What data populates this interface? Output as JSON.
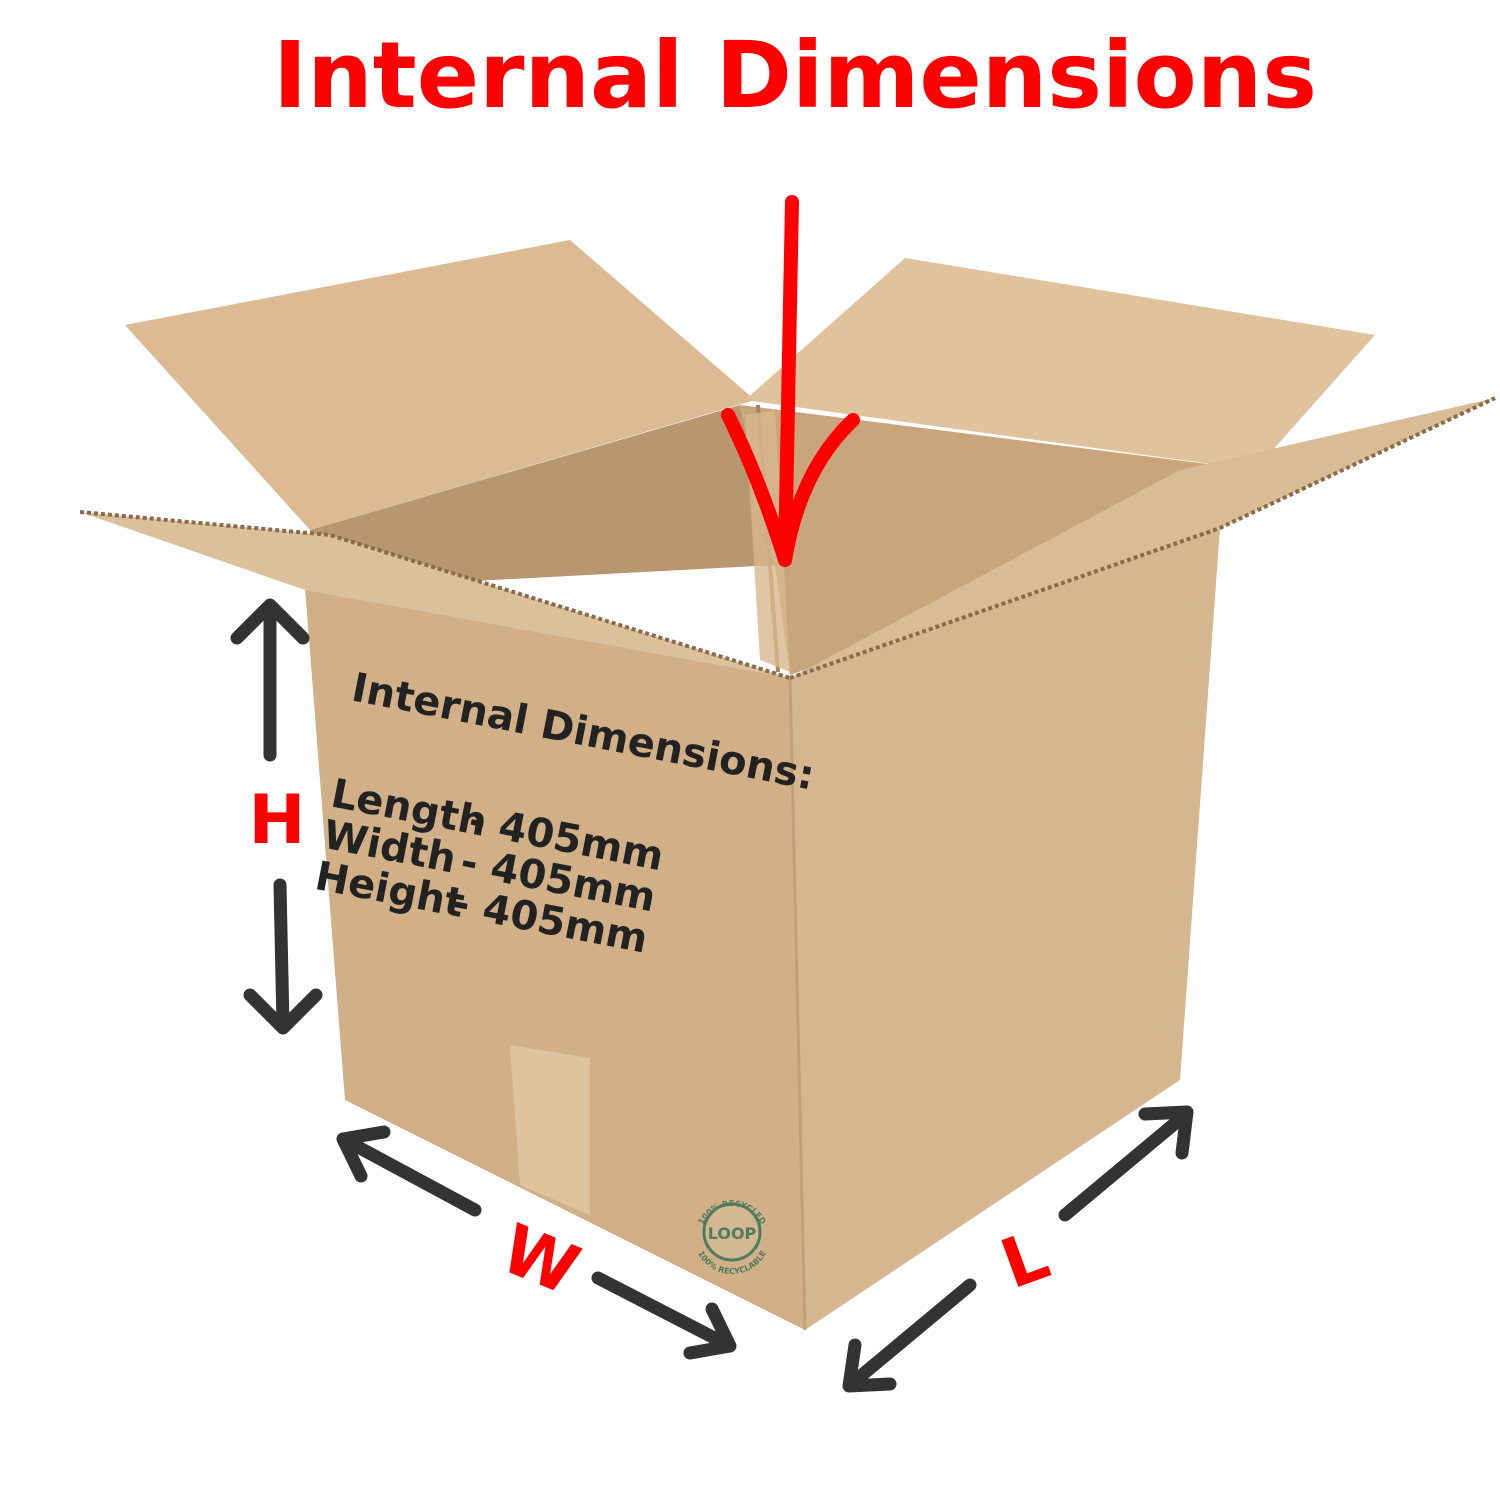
{
  "headline": "Internal Dimensions",
  "box_label": {
    "heading": "Internal Dimensions:",
    "lines": [
      {
        "name": "Length",
        "value": "- 405mm"
      },
      {
        "name": "Width",
        "value": "- 405mm"
      },
      {
        "name": "Height",
        "value": "- 405mm"
      }
    ]
  },
  "dimension_labels": {
    "height": "H",
    "width": "W",
    "length": "L"
  },
  "recycle_logo": {
    "brand": "LOOP",
    "top_text": "100% RECYCLED",
    "bottom_text": "100% RECYCLABLE"
  },
  "colors": {
    "accent": "#ff0000",
    "arrow": "#333333",
    "cardboard": "#d1b088",
    "text": "#222222"
  }
}
